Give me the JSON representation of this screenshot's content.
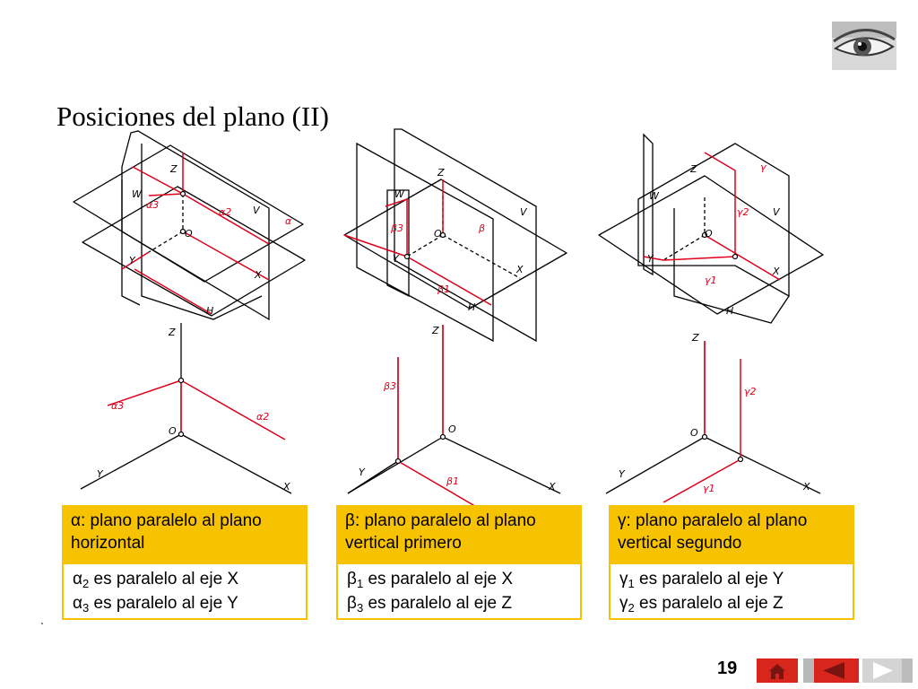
{
  "title": "Posiciones del plano (II)",
  "page_number": "19",
  "cards": [
    {
      "head": "α: plano paralelo al plano horizontal",
      "head_symbol": "α",
      "head_line1": ": plano paralelo al plano",
      "head_line2": "horizontal",
      "rows": [
        {
          "sym": "α",
          "sub": "2",
          "text": " es paralelo al eje X"
        },
        {
          "sym": "α",
          "sub": "3",
          "text": " es paralelo al eje Y"
        }
      ]
    },
    {
      "head": "β: plano paralelo al plano vertical primero",
      "head_symbol": "β",
      "head_line1": ": plano paralelo al plano",
      "head_line2": "vertical primero",
      "rows": [
        {
          "sym": "β",
          "sub": "1",
          "text": " es paralelo al eje X"
        },
        {
          "sym": "β",
          "sub": "3",
          "text": " es paralelo al eje Z"
        }
      ]
    },
    {
      "head": "γ: plano paralelo al plano vertical segundo",
      "head_symbol": "γ",
      "head_line1": ": plano paralelo al plano",
      "head_line2": "vertical segundo",
      "rows": [
        {
          "sym": "γ",
          "sub": "1",
          "text": " es paralelo al eje Y"
        },
        {
          "sym": "γ",
          "sub": "2",
          "text": " es paralelo al eje Z"
        }
      ]
    }
  ],
  "diagram_labels": {
    "axis_z": "Z",
    "axis_x": "X",
    "axis_y": "Y",
    "origin": "O",
    "plane_w": "W",
    "plane_v": "V",
    "plane_h": "H",
    "alpha": "α",
    "alpha2": "α2",
    "alpha3": "α3",
    "beta": "β",
    "beta1": "β1",
    "beta3": "β3",
    "gamma": "γ",
    "gamma1": "γ1",
    "gamma2": "γ2"
  },
  "nav": {
    "home_icon": "home-icon",
    "prev_icon": "prev-arrow-icon",
    "next_icon": "next-arrow-icon"
  },
  "colors": {
    "accent": "#f7c200",
    "trace_red": "#e0001a",
    "nav_red": "#d9261c",
    "nav_gray": "#c8c8c8"
  }
}
